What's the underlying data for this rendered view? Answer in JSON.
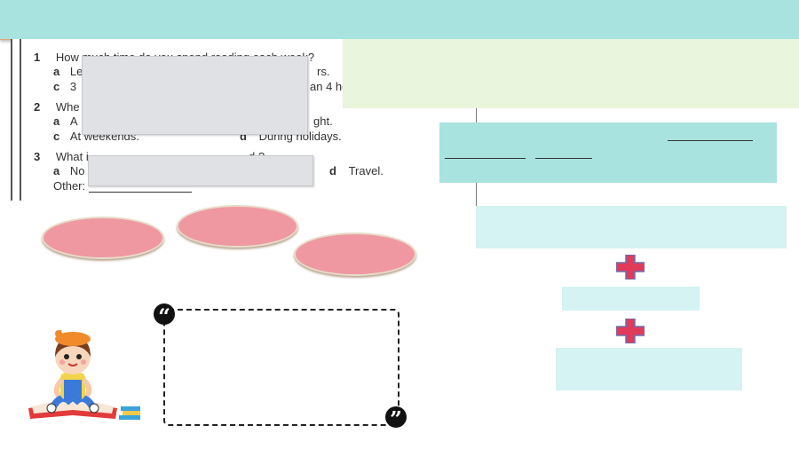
{
  "worksheet": {
    "q1": {
      "number": "1",
      "question": "How much time do you spend reading each week?",
      "option_a_letter": "a",
      "option_a_visible": "Le",
      "option_a_end": "rs.",
      "option_c_letter": "c",
      "option_c_visible": "3",
      "option_c_end": "an 4 ho"
    },
    "q2": {
      "number": "2",
      "question_visible": "Whe",
      "option_a_letter": "a",
      "option_a_visible": "A",
      "option_b_end": "ght.",
      "option_c_letter": "c",
      "option_c_text": "At weekends.",
      "option_d_letter": "d",
      "option_d_text": "During holidays."
    },
    "q3": {
      "number": "3",
      "question_start": "What i",
      "question_end": "d ?",
      "option_a_letter": "a",
      "option_a_visible": "No",
      "option_d_letter": "d",
      "option_d_text": "Travel.",
      "other_label": "Other:"
    }
  },
  "quote_marks": {
    "open": "“",
    "close": "”"
  },
  "icons": {
    "plus": "plus-icon",
    "quote_open": "open-quote-icon",
    "quote_close": "close-quote-icon"
  },
  "colors": {
    "teal": "#a8e3df",
    "light_teal": "#d4f3f2",
    "pink": "#ef98a2",
    "plus_red": "#e03b5a",
    "pale_green": "#e9f5dc"
  }
}
